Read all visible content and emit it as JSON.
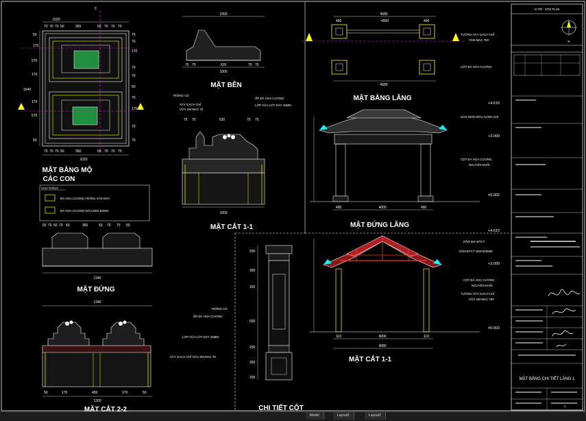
{
  "views": {
    "tomb_plan": {
      "title": "MẶT BẰNG MỘ",
      "subtitle": "CÁC CON",
      "top_dim": "1020",
      "top_sub": [
        "70",
        "70",
        "70",
        "50",
        "350",
        "50",
        "70",
        "70",
        "70"
      ],
      "left_dims": [
        "50",
        "170",
        "570",
        "170",
        "1540",
        "170",
        "570",
        "50"
      ],
      "right_dims": [
        "70",
        "70",
        "170",
        "70",
        "70",
        "50",
        "70",
        "170",
        "70",
        "70"
      ],
      "bottom_sub": [
        "70",
        "70",
        "70",
        "50",
        "350",
        "50",
        "70",
        "70",
        "70"
      ],
      "bottom_dim": "1020"
    },
    "side": {
      "title": "MẶT BÊN",
      "top_dim": "1000",
      "bottom_sub": [
        "75",
        "70",
        "620",
        "70",
        "75"
      ],
      "bottom_dim": "1000"
    },
    "section_1_1_small": {
      "title": "MẶT CẮT 1-1",
      "notes": [
        "TRỒNG CỎ",
        "XÂY GẠCH CHỈ",
        "VỮA XM MAC 75",
        "ỐP ĐÁ HOA CƯƠNG",
        "LỚP VỮA LÓT DÀY 15MM"
      ],
      "top_sub": [
        "75",
        "70",
        "620",
        "70",
        "75"
      ],
      "bottom_dim": "1000"
    },
    "legend": {
      "title": "CHÚ THÍCH:",
      "items": [
        "ĐÁ HOA CƯƠNG TRẮNG VÂN MÂY",
        "ĐÁ HOA CƯƠNG MÀU ĐEN BÓNG"
      ]
    },
    "front": {
      "title": "MẶT ĐỨNG",
      "top_sub": [
        "50",
        "70",
        "50",
        "70",
        "50",
        "350",
        "50",
        "70",
        "70",
        "50"
      ],
      "bottom_dim": "1340"
    },
    "section_2_2": {
      "title": "MẶT CẮT 2-2",
      "top_dim": "1340",
      "notes": [
        "TRỒNG CỎ",
        "ỐP ĐÁ HOA CƯƠNG",
        "LỚP VỮA LÓT DÀY 15MM",
        "XÂY GẠCH CHỈ VỮA XM MAC 75"
      ],
      "bottom_sub": [
        "50",
        "170",
        "450",
        "170",
        "50"
      ],
      "bottom_dim": "1200"
    },
    "column": {
      "title": "CHI TIẾT CỘT",
      "dims": [
        "200",
        "300",
        "150",
        "550",
        "250",
        "300",
        "200"
      ]
    },
    "pavilion_plan": {
      "title": "MẶT BẰNG LĂNG",
      "top_dim": "4580",
      "top_sub": [
        "490",
        "4000",
        "490"
      ],
      "bottom_dim": "4580",
      "notes": [
        "TƯỜNG XÂY GẠCH CHỈ",
        "VXM MAC 75#",
        "CỘT ĐÁ HOA CƯƠNG"
      ]
    },
    "pavilion_elev": {
      "title": "MẶT ĐỨNG LĂNG",
      "levels": [
        "+4.610",
        "+3.000",
        "±0.000"
      ],
      "notes": [
        "DÁN NGÓI MÀU XANH GHI",
        "CỘT ĐÁ HOA CƯƠNG",
        "NGUYÊN KHỐI"
      ],
      "dims": [
        "4000",
        "490",
        "490"
      ]
    },
    "pavilion_section": {
      "title": "MẶT CẮT 1-1",
      "levels": [
        "+4.610",
        "+3.000",
        "±0.000"
      ],
      "notes": [
        "DẦM MÁI BTCT",
        "DẦM BTCT 150X300MM",
        "CỘT ĐÁ HOA CƯƠNG",
        "NGUYÊN KHỐI",
        "TƯỜNG XÂY GẠCH CHỈ",
        "VỮA XM MAC 75#"
      ],
      "dims": [
        "4000",
        "4580",
        "110",
        "110"
      ]
    }
  },
  "title_block": {
    "location": "VỊ TRÍ - SITE PLAN",
    "north": "N",
    "drawing_title": "MẶT BẰNG CHI TIẾT LĂNG 1",
    "sheet_no": "1"
  },
  "tabs": [
    "Model",
    "Layout1",
    "Layout2"
  ],
  "colors": {
    "line": "#ffffff",
    "yellow": "#ffff00",
    "cyan": "#00ffff",
    "magenta": "#ff00ff",
    "red": "#ff3030",
    "green": "#1f8f3f"
  }
}
